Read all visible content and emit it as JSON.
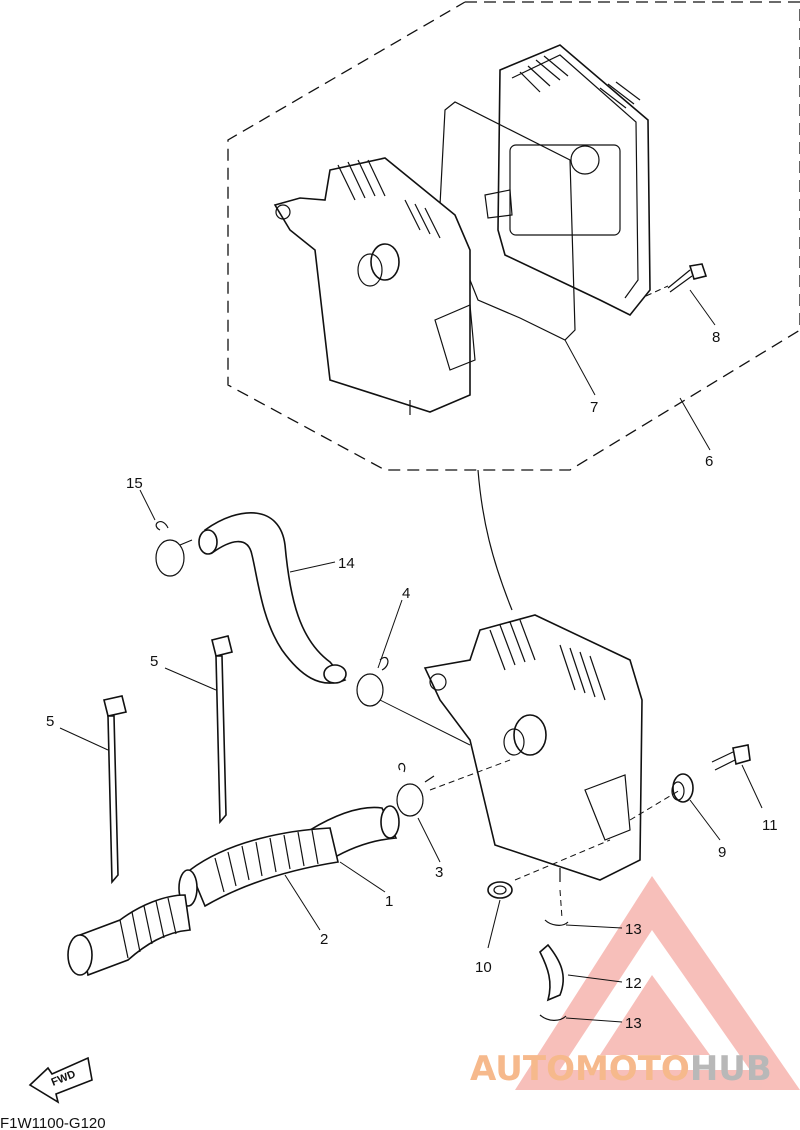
{
  "callouts": {
    "c1": "1",
    "c2": "2",
    "c3": "3",
    "c4": "4",
    "c5a": "5",
    "c5b": "5",
    "c6": "6",
    "c7": "7",
    "c8": "8",
    "c9": "9",
    "c10": "10",
    "c11": "11",
    "c12": "12",
    "c13a": "13",
    "c13b": "13",
    "c14": "14",
    "c15": "15"
  },
  "diagram_code": "F1W1100-G120",
  "fwd_label": "FWD",
  "watermark": {
    "part1": "AUTOMOTO",
    "part2": "HUB",
    "color_accent": "#f28b82",
    "color_text": "#f6b98c",
    "color_gray": "#b8b8b8"
  }
}
